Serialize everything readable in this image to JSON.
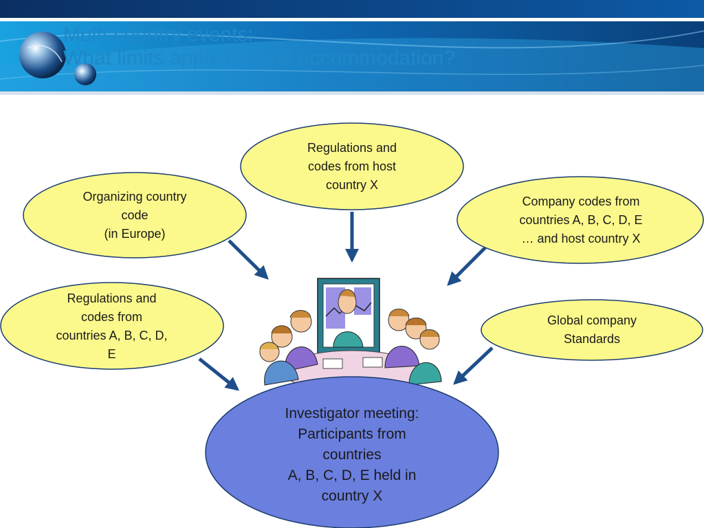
{
  "slide": {
    "title_line1": "Multi-country events:",
    "title_line2": "What limits apply to hotel accommodation?"
  },
  "nodes": {
    "host_regulations": "Regulations and\ncodes from host\ncountry X",
    "organizing_country": "Organizing country\ncode\n(in Europe)",
    "company_codes": "Company codes from\ncountries A, B, C, D, E\n… and host country X",
    "participant_regulations": "Regulations and\ncodes from\ncountries A, B, C, D,\nE",
    "global_standards": "Global company\nStandards",
    "investigator_meeting": "Investigator meeting:\nParticipants from\ncountries\nA, B, C, D, E held in\ncountry X"
  },
  "icons": {
    "logo": "globe-logo-icon",
    "illustration": "meeting-clipart-icon"
  },
  "colors": {
    "header_dark": "#0a3f7a",
    "header_light": "#2a9ad6",
    "title": "#1f88c8",
    "outer_fill": "#fbf98c",
    "outer_stroke": "#1b3c6e",
    "center_fill": "#6b7fde",
    "arrow": "#1f4f8a"
  }
}
